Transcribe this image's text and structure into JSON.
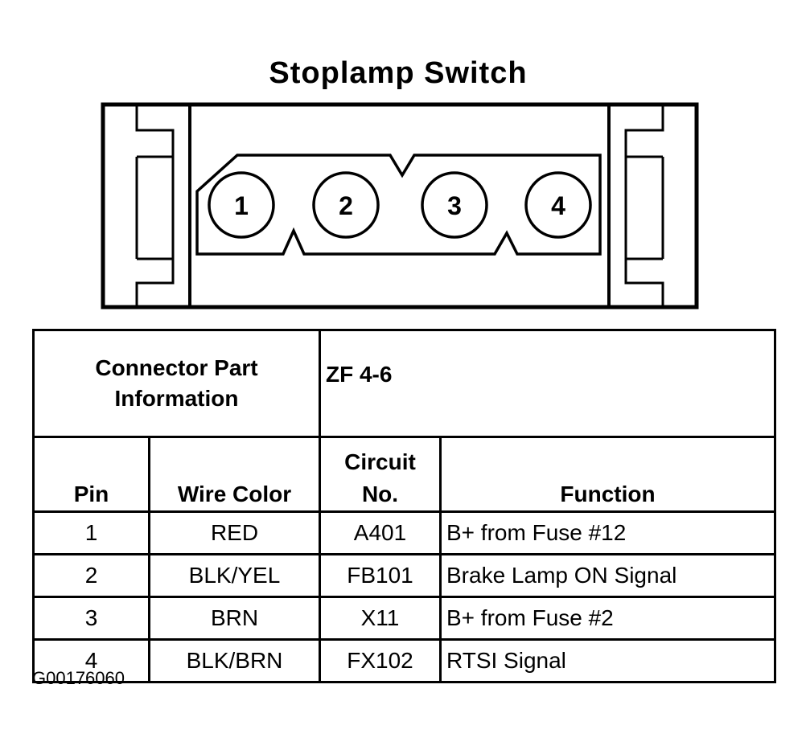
{
  "title": "Stoplamp Switch",
  "connector": {
    "pins": [
      "1",
      "2",
      "3",
      "4"
    ]
  },
  "table": {
    "info_label_line1": "Connector Part",
    "info_label_line2": "Information",
    "info_value": "ZF 4-6",
    "headers": {
      "pin": "Pin",
      "wire_color": "Wire Color",
      "circuit_line1": "Circuit",
      "circuit_line2": "No.",
      "function": "Function"
    },
    "rows": [
      {
        "pin": "1",
        "wire_color": "RED",
        "circuit": "A401",
        "function": "B+ from Fuse #12"
      },
      {
        "pin": "2",
        "wire_color": "BLK/YEL",
        "circuit": "FB101",
        "function": "Brake Lamp ON Signal"
      },
      {
        "pin": "3",
        "wire_color": "BRN",
        "circuit": "X11",
        "function": "B+ from Fuse #2"
      },
      {
        "pin": "4",
        "wire_color": "BLK/BRN",
        "circuit": "FX102",
        "function": "RTSI Signal"
      }
    ]
  },
  "figure_code": "G00176060"
}
